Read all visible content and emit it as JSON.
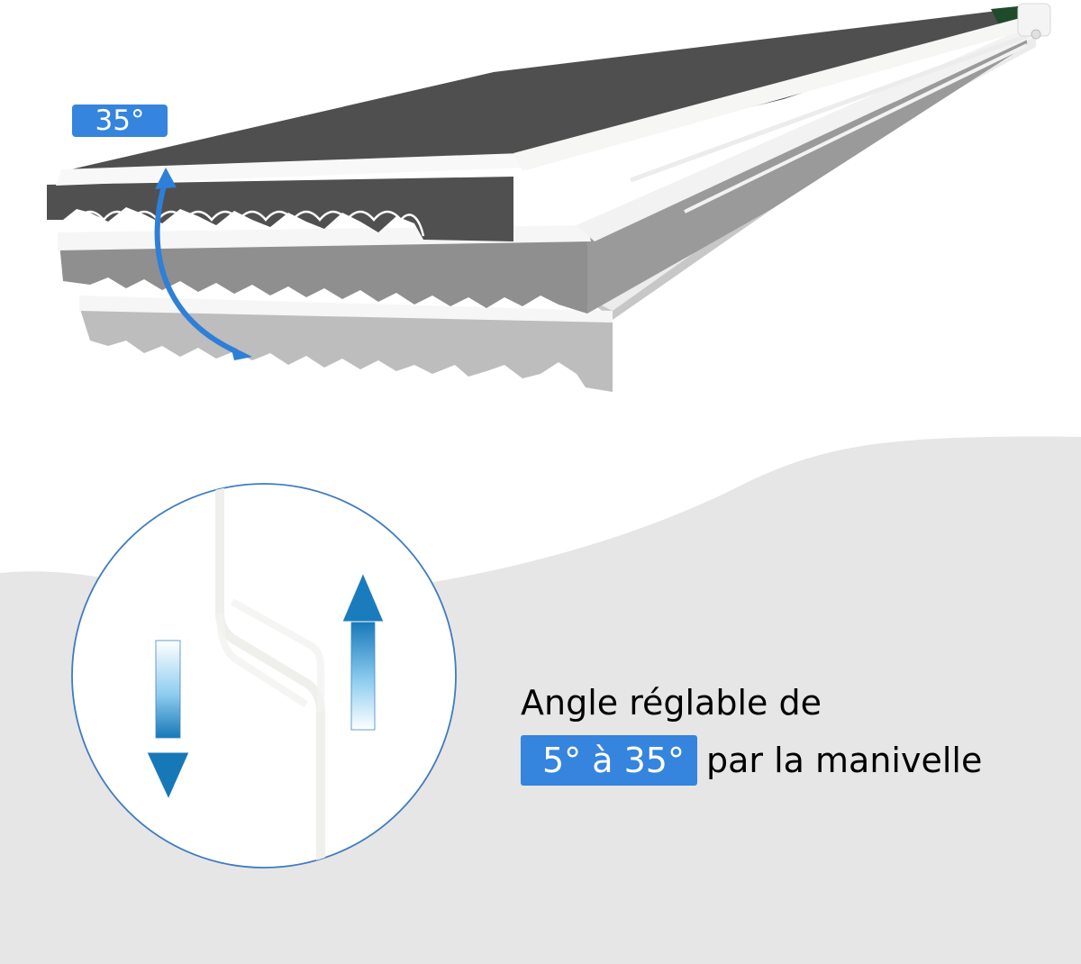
{
  "image": {
    "type": "product-illustration",
    "subject": "retractable-awning-angle-adjustment"
  },
  "awning": {
    "angle_badge": "35°",
    "positions": [
      "dark-35deg",
      "mid-gray",
      "light-gray"
    ],
    "colors": {
      "fabric_dark": "#505050",
      "fabric_mid": "#8c8c8c",
      "fabric_light": "#b9b9b9",
      "frame": "#f4f4f2",
      "arc_arrow": "#2e7fd8"
    }
  },
  "crank_inset": {
    "up_arrow": "arrow-up-icon",
    "down_arrow": "arrow-down-icon",
    "circle_border": "#3f7bc2"
  },
  "caption": {
    "line1": "Angle réglable de",
    "highlight": "5° à 35°",
    "line2_rest": "par la manivelle"
  },
  "colors": {
    "accent": "#3584dd",
    "background_gray": "#e6e6e6",
    "background_white": "#ffffff"
  }
}
